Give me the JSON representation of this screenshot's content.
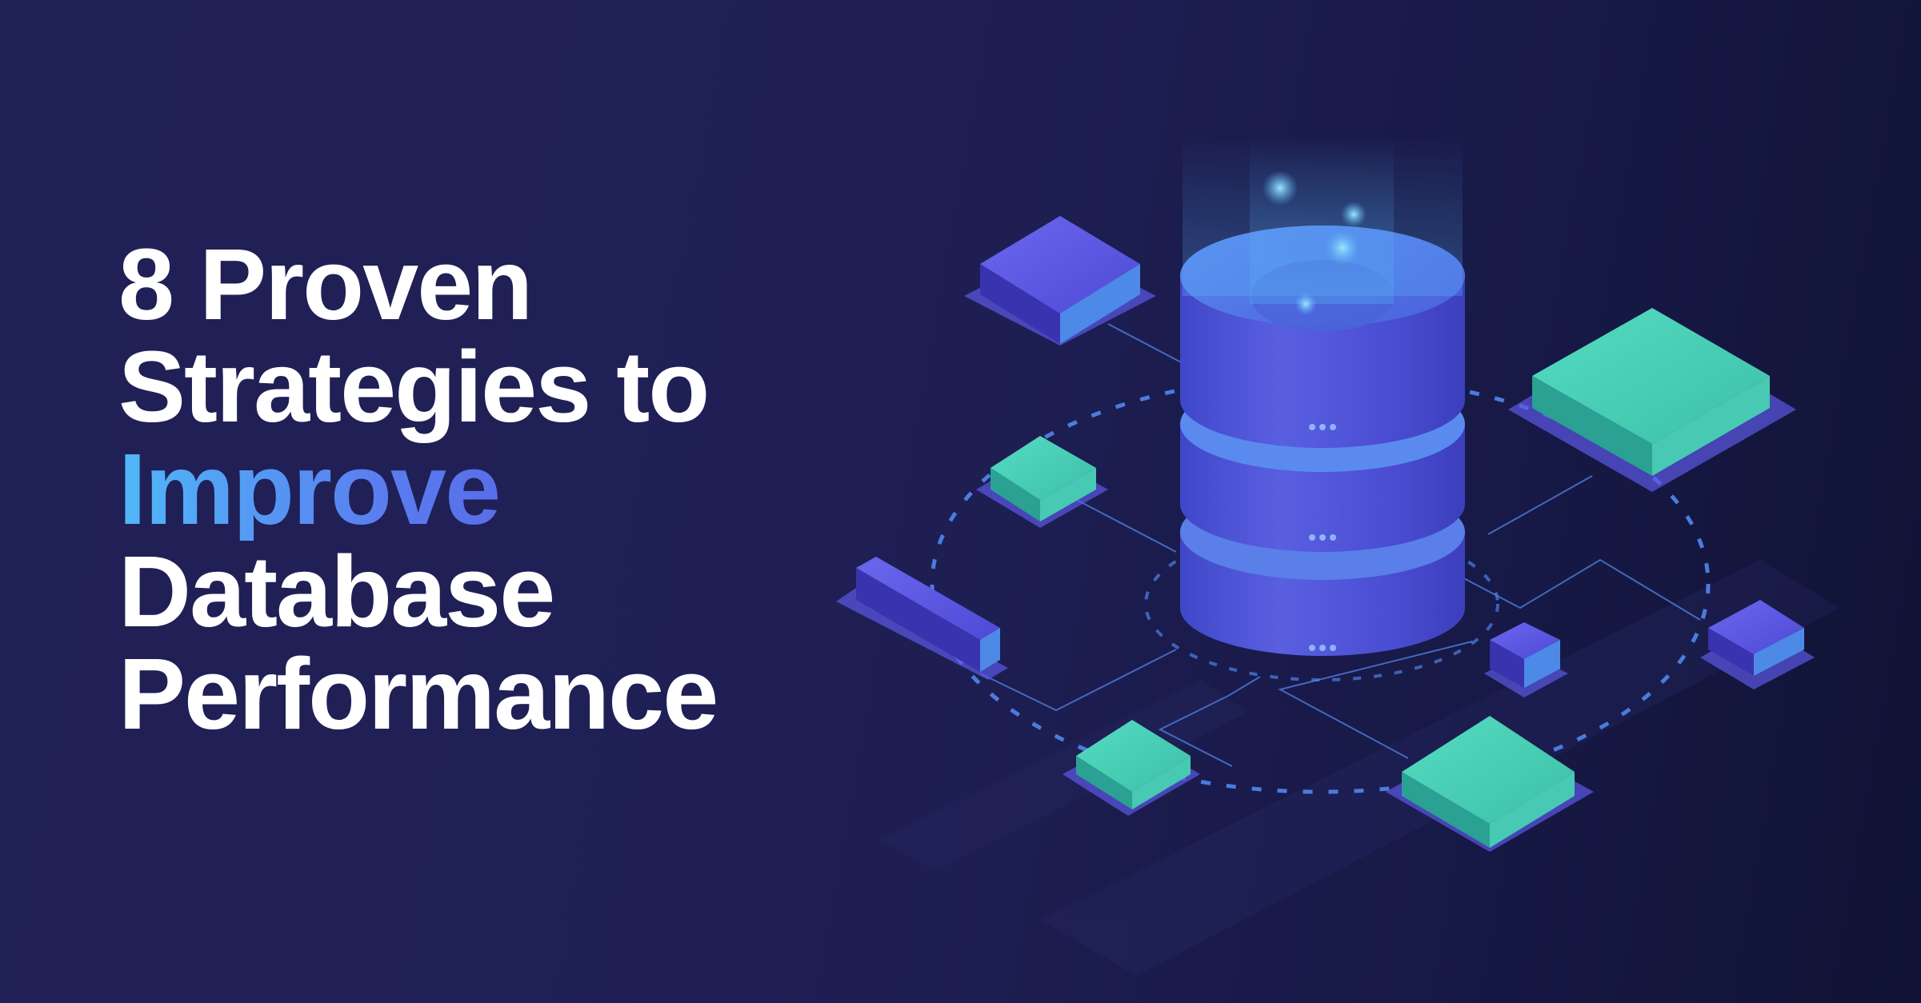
{
  "headline": {
    "line1": "8 Proven",
    "line2": "Strategies to",
    "line3": "Improve",
    "line4": "Database",
    "line5": "Performance"
  },
  "illustration": {
    "icon": "database-server-icon",
    "colors": {
      "background": "#1f2056",
      "cylinder_blue": "#4a4fd6",
      "cylinder_light": "#5aa8f5",
      "teal_block": "#3ec7b0",
      "purple_block": "#5048d8",
      "connector": "#4b7fe3"
    }
  }
}
